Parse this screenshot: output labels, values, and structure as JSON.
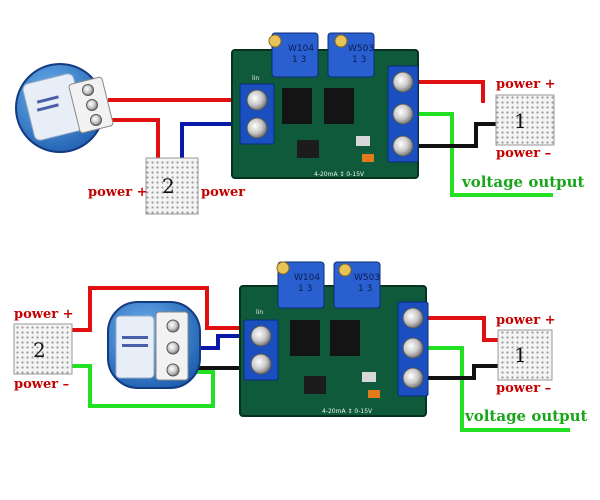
{
  "colors": {
    "wire_red": "#e01010",
    "wire_blue": "#0a1aa8",
    "wire_black": "#111111",
    "wire_green": "#22e022",
    "pcb": "#0f5a3a",
    "terminal_blue": "#1a4fc0",
    "pot_blue": "#2a5fd0",
    "label_red": "#c40000",
    "label_green": "#1aa61a"
  },
  "top": {
    "supply1": {
      "number": "1",
      "power_plus": "power +",
      "power_minus": "power –"
    },
    "supply2": {
      "number": "2",
      "power_plus": "power +",
      "power_minus": "power"
    },
    "voltage_output": "voltage output",
    "board": {
      "pot1": "W104",
      "pot2": "W503",
      "pot1_sub": "1 3",
      "pot2_sub": "1 3",
      "lin": "lin",
      "range": "4-20mA ↕ 0-15V"
    }
  },
  "bottom": {
    "supply1": {
      "number": "1",
      "power_plus": "power +",
      "power_minus": "power –"
    },
    "supply2": {
      "number": "2",
      "power_plus": "power +",
      "power_minus": "power –"
    },
    "voltage_output": "voltage output",
    "board": {
      "pot1": "W104",
      "pot2": "W503",
      "pot1_sub": "1 3",
      "pot2_sub": "1 3",
      "lin": "lin",
      "range": "4-20mA ↕ 0-15V"
    }
  }
}
